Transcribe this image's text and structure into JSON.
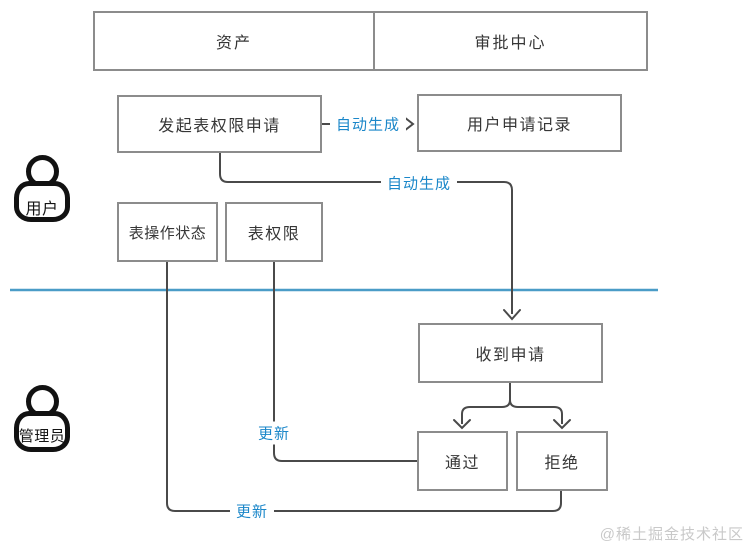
{
  "diagram": {
    "header": {
      "cells": [
        "资产",
        "审批中心"
      ]
    },
    "lanes": {
      "user": {
        "label": "用户"
      },
      "admin": {
        "label": "管理员"
      }
    },
    "nodes": {
      "request": "发起表权限申请",
      "record": "用户申请记录",
      "op_status": "表操作状态",
      "perm": "表权限",
      "receive": "收到申请",
      "approve": "通过",
      "reject": "拒绝"
    },
    "edge_labels": {
      "auto_generate_1": "自动生成",
      "auto_generate_2": "自动生成",
      "update_1": "更新",
      "update_2": "更新"
    },
    "colors": {
      "accent_blue": "#1b87c9",
      "divider_blue": "#4a9cc7",
      "line_gray": "#4a4a4a",
      "box_border": "#8c8c8c",
      "watermark_gray": "#c9c9c9"
    },
    "watermark": "@稀土掘金技术社区"
  }
}
